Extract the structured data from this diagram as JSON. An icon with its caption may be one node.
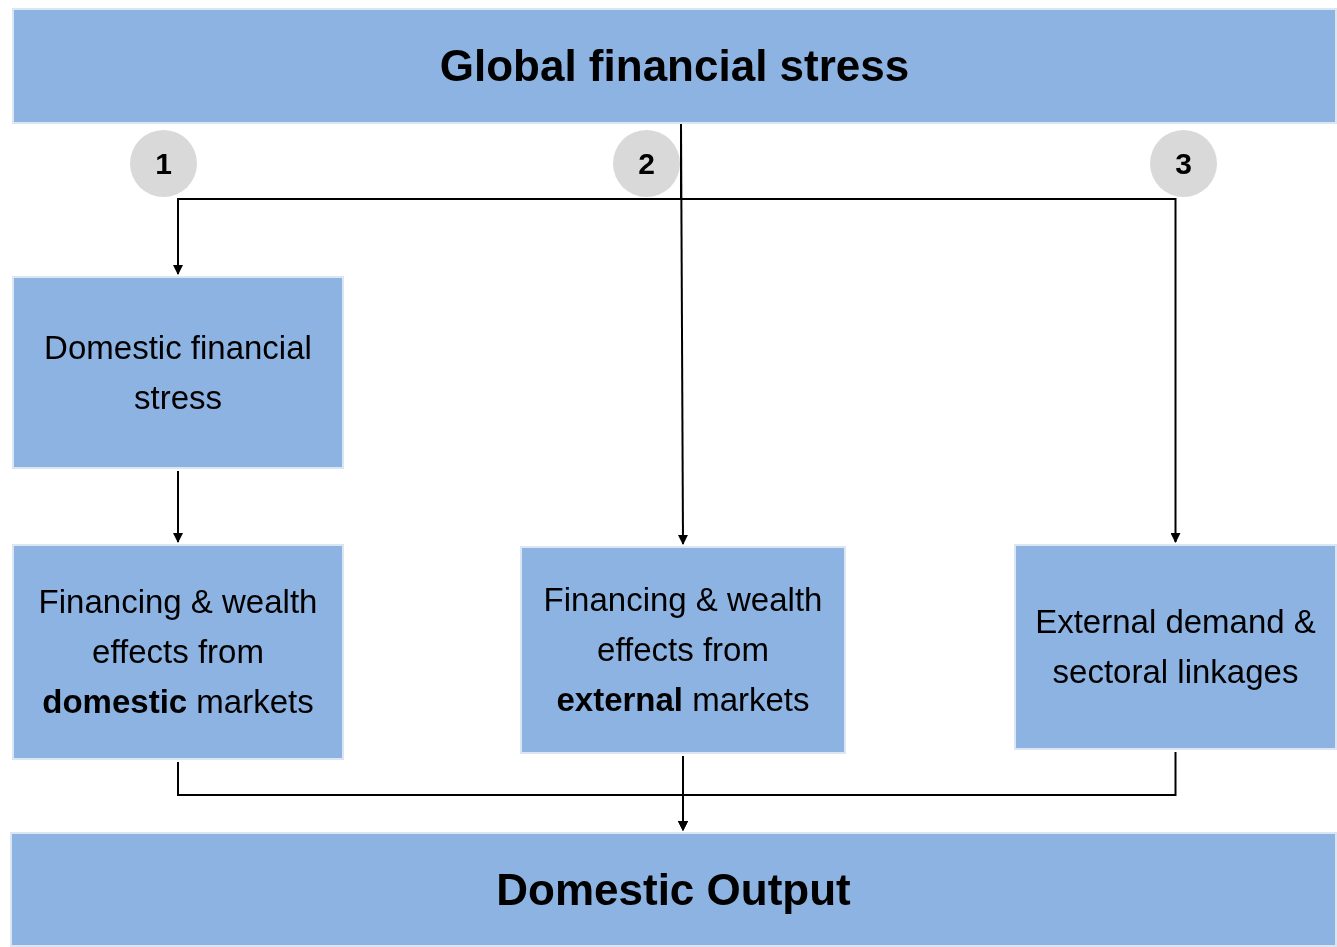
{
  "diagram": {
    "nodes": [
      {
        "text": [
          "Global financial stress"
        ]
      },
      {
        "text": [
          "1"
        ]
      },
      {
        "text": [
          "2"
        ]
      },
      {
        "text": [
          "3"
        ]
      },
      {
        "text": [
          "Domestic financial stress"
        ]
      },
      {
        "text": [
          "Financing & wealth effects from **domestic** markets"
        ]
      },
      {
        "text": [
          "Financing & wealth effects from **external** markets"
        ]
      },
      {
        "text": [
          "External demand & sectoral linkages"
        ]
      },
      {
        "text": [
          "Domestic Output"
        ]
      }
    ],
    "edges": [
      {
        "from": 0,
        "to": 4,
        "arrow": "to"
      },
      {
        "from": 0,
        "to": 6,
        "arrow": "to"
      },
      {
        "from": 0,
        "to": 7,
        "arrow": "to"
      },
      {
        "from": 4,
        "to": 5,
        "arrow": "to"
      },
      {
        "from": 5,
        "to": 8,
        "arrow": "to"
      },
      {
        "from": 6,
        "to": 8,
        "arrow": "to"
      },
      {
        "from": 7,
        "to": 8,
        "arrow": "to"
      }
    ]
  }
}
